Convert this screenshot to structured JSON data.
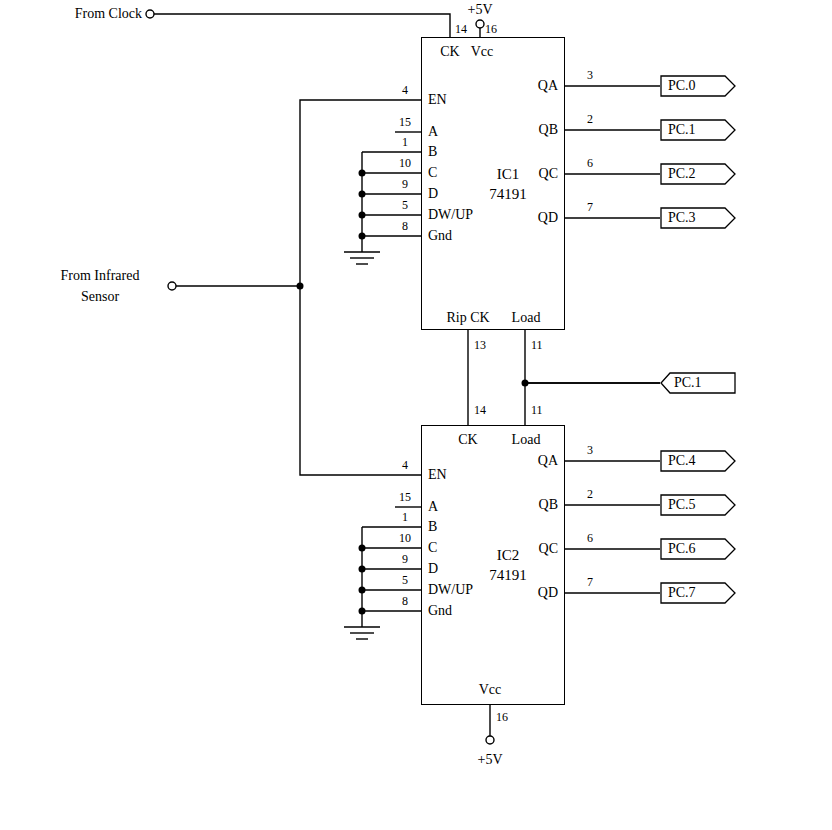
{
  "diagram": {
    "nodes": [
      {
        "text": [
          "IC1",
          "74191"
        ]
      },
      {
        "text": [
          "PC.0"
        ]
      },
      {
        "text": [
          "PC.1"
        ]
      },
      {
        "text": [
          "PC.2"
        ]
      },
      {
        "text": [
          "PC.3"
        ]
      },
      {
        "text": [
          "PC.1"
        ]
      },
      {
        "text": [
          "IC2",
          "74191"
        ]
      },
      {
        "text": [
          "PC.4"
        ]
      },
      {
        "text": [
          "PC.5"
        ]
      },
      {
        "text": [
          "PC.6"
        ]
      },
      {
        "text": [
          "PC.7"
        ]
      }
    ],
    "edges": [
      {
        "from": 0,
        "to": 1,
        "arrow": "none"
      },
      {
        "from": 0,
        "to": 2,
        "arrow": "none"
      },
      {
        "from": 0,
        "to": 3,
        "arrow": "none"
      },
      {
        "from": 0,
        "to": 4,
        "arrow": "none"
      },
      {
        "from": 5,
        "to": 0,
        "arrow": "none"
      },
      {
        "from": 5,
        "to": 6,
        "arrow": "none"
      },
      {
        "from": 0,
        "to": 6,
        "arrow": "none"
      },
      {
        "from": 6,
        "to": 7,
        "arrow": "none"
      },
      {
        "from": 6,
        "to": 8,
        "arrow": "none"
      },
      {
        "from": 6,
        "to": 9,
        "arrow": "none"
      },
      {
        "from": 6,
        "to": 10,
        "arrow": "none"
      }
    ],
    "labels": [
      "+5V",
      "From Clock",
      "14",
      "16",
      "CK",
      "Vcc",
      "4",
      "EN",
      "15",
      "A",
      "1",
      "B",
      "10",
      "C",
      "9",
      "D",
      "5",
      "DW/UP",
      "8",
      "Gnd",
      "3",
      "QA",
      "2",
      "QB",
      "6",
      "QC",
      "7",
      "QD",
      "From Infrared Sensor",
      "Rip CK",
      "Load",
      "13",
      "11",
      "14",
      "11",
      "CK",
      "Load",
      "4",
      "EN",
      "15",
      "A",
      "1",
      "B",
      "10",
      "C",
      "9",
      "D",
      "5",
      "DW/UP",
      "8",
      "Gnd",
      "3",
      "QA",
      "2",
      "QB",
      "6",
      "QC",
      "7",
      "QD",
      "Vcc",
      "16",
      "+5V"
    ]
  }
}
